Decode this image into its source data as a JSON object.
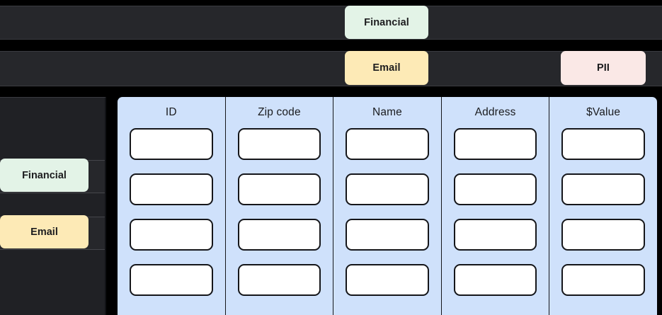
{
  "background_color": "#000000",
  "bar_color": "#26272b",
  "sidebar_color": "#202125",
  "table_color": "#cfe1fb",
  "tag_colors": {
    "financial": "#e3f3e7",
    "email": "#fdeab6",
    "pii": "#fae8e6"
  },
  "top_tags": [
    {
      "label": "Financial",
      "category": "financial",
      "row": 1
    },
    {
      "label": "Email",
      "category": "email",
      "row": 2
    },
    {
      "label": "PII",
      "category": "pii",
      "row": 2
    }
  ],
  "sidebar": {
    "tags": [
      {
        "label": "Financial",
        "category": "financial"
      },
      {
        "label": "Email",
        "category": "email"
      }
    ]
  },
  "table": {
    "columns": [
      {
        "header": "ID"
      },
      {
        "header": "Zip code"
      },
      {
        "header": "Name"
      },
      {
        "header": "Address"
      },
      {
        "header": "$Value"
      }
    ],
    "row_count": 4,
    "cell_value": ""
  }
}
